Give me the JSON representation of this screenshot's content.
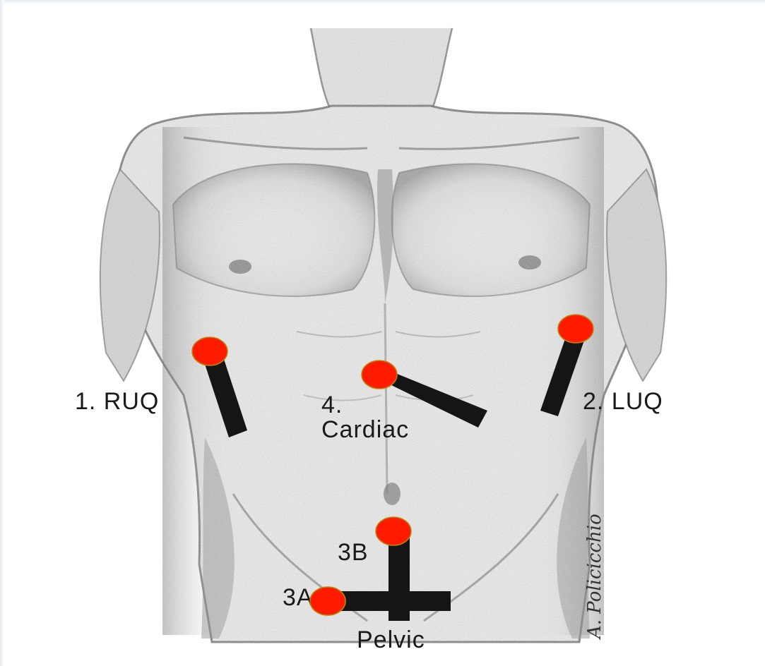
{
  "diagram": {
    "labels": {
      "ruq": "1. RUQ",
      "luq": "2. LUQ",
      "cardiac_num": "4.",
      "cardiac_word": "Cardiac",
      "b3": "3B",
      "a3": "3A",
      "pelvic": "Pelvic"
    },
    "signature": "A. Policicchio",
    "colors": {
      "marker": "#ff1a00",
      "probe": "#151515",
      "sketch": "#4a4a4a"
    },
    "views": [
      {
        "id": "1",
        "name": "RUQ"
      },
      {
        "id": "2",
        "name": "LUQ"
      },
      {
        "id": "3A",
        "name": "Pelvic"
      },
      {
        "id": "3B",
        "name": "Pelvic"
      },
      {
        "id": "4",
        "name": "Cardiac"
      }
    ]
  }
}
